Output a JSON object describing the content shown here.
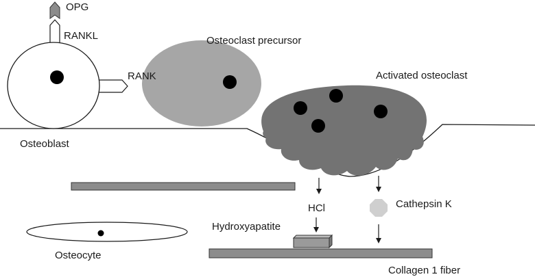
{
  "labels": {
    "opg": "OPG",
    "rankl": "RANKL",
    "rank": "RANK",
    "osteoclast_precursor": "Osteoclast precursor",
    "activated_osteoclast": "Activated osteoclast",
    "osteoblast": "Osteoblast",
    "hcl": "HCl",
    "cathepsin_k": "Cathepsin K",
    "hydroxyapatite": "Hydroxyapatite",
    "osteocyte": "Osteocyte",
    "collagen_fiber": "Collagen 1 fiber"
  },
  "colors": {
    "precursor_fill": "#a6a6a6",
    "osteoclast_fill": "#737373",
    "opg_fill": "#8c8c8c",
    "bar_fill": "#8c8c8c",
    "cathepsin_fill": "#cfcfcf",
    "nucleus_fill": "#000000",
    "outline": "#1a1a1a"
  }
}
